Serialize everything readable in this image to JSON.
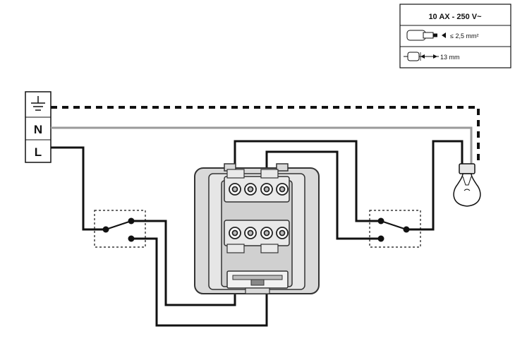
{
  "spec_table": {
    "rating": "10 AX - 250 V~",
    "wire_section": "≤ 2,5 mm²",
    "strip_length": "13 mm"
  },
  "supply": {
    "neutral_label": "N",
    "line_label": "L",
    "earth_symbol": "earth-icon"
  },
  "colors": {
    "wire": "#111111",
    "neutral_wire": "#9a9a9a",
    "device_fill": "#d9d9d9",
    "device_stroke": "#333333"
  }
}
